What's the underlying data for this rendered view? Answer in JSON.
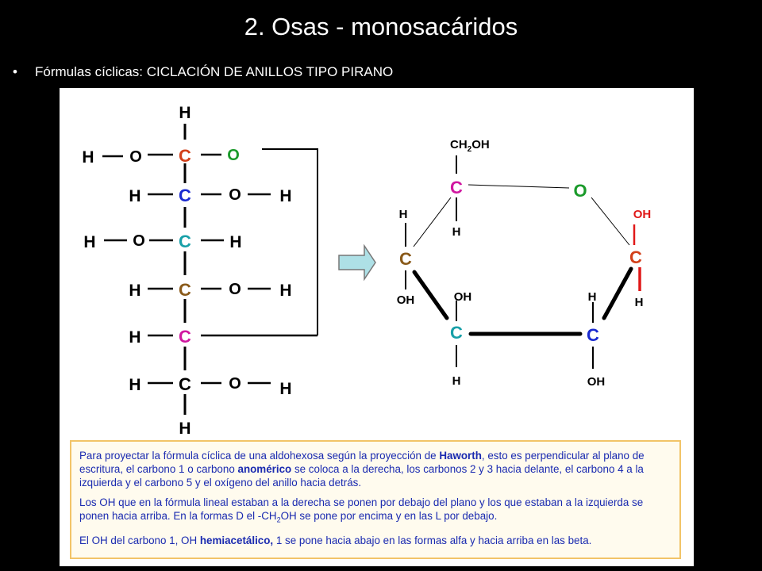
{
  "slide": {
    "title": "2. Osas - monosacáridos",
    "bullet": "•",
    "subtitle": "Fórmulas cíclicas: CICLACIÓN DE ANILLOS TIPO PIRANO"
  },
  "colors": {
    "c1": "#d2401a",
    "c2": "#1a2ad0",
    "c3": "#18a0a8",
    "c4": "#8a5a1a",
    "c5": "#d018a0",
    "o_ring": "#1a9a2a",
    "hemiacetal_oh": "#e01818",
    "note_text": "#1a2ab0"
  },
  "fischer": {
    "top_h": "H",
    "rows": [
      {
        "left": "H",
        "left_o": "O",
        "carbon": "C",
        "right": "O",
        "right_h": ""
      },
      {
        "left": "H",
        "left_o": "",
        "carbon": "C",
        "right": "O",
        "right_h": "H"
      },
      {
        "left": "H",
        "left_o": "O",
        "carbon": "C",
        "right": "H",
        "right_h": ""
      },
      {
        "left": "H",
        "left_o": "",
        "carbon": "C",
        "right": "O",
        "right_h": "H"
      },
      {
        "left": "H",
        "left_o": "",
        "carbon": "C",
        "right": "",
        "right_h": ""
      },
      {
        "left": "H",
        "left_o": "",
        "carbon": "C",
        "right": "O",
        "right_h": "H"
      }
    ],
    "bottom_h": "H"
  },
  "haworth": {
    "ch2oh_main": "CH",
    "ch2oh_sub": "2",
    "ch2oh_end": "OH",
    "c5": "C",
    "c5_h": "H",
    "o": "O",
    "c1": "C",
    "c1_oh": "OH",
    "c1_h": "H",
    "c4": "C",
    "c4_h": "H",
    "c4_oh": "OH",
    "c3": "C",
    "c3_oh": "OH",
    "c3_h": "H",
    "c2": "C",
    "c2_h": "H",
    "c2_oh": "OH"
  },
  "note": {
    "p1_a": "Para proyectar la fórmula cíclica de una aldohexosa según la proyección de ",
    "p1_bold1": "Haworth",
    "p1_b": ", esto es perpendicular al plano de escritura,  el carbono 1 o carbono ",
    "p1_bold2": "anomérico",
    "p1_c": " se coloca a la derecha, los carbonos 2 y 3 hacia delante, el carbono 4 a la izquierda y el carbono 5 y el oxígeno del anillo hacia detrás.",
    "p2_a": " Los OH que en la fórmula lineal estaban a la derecha se ponen por debajo del plano y los que estaban a la izquierda se ponen hacia arriba. En la formas D el -CH",
    "p2_sub": "2",
    "p2_b": "OH se pone por encima y en las L por debajo.",
    "p3_a": "El OH del carbono 1, OH ",
    "p3_bold": "hemiacetálico,",
    "p3_b": " 1 se pone hacia abajo en las formas alfa y hacia arriba en las beta."
  }
}
